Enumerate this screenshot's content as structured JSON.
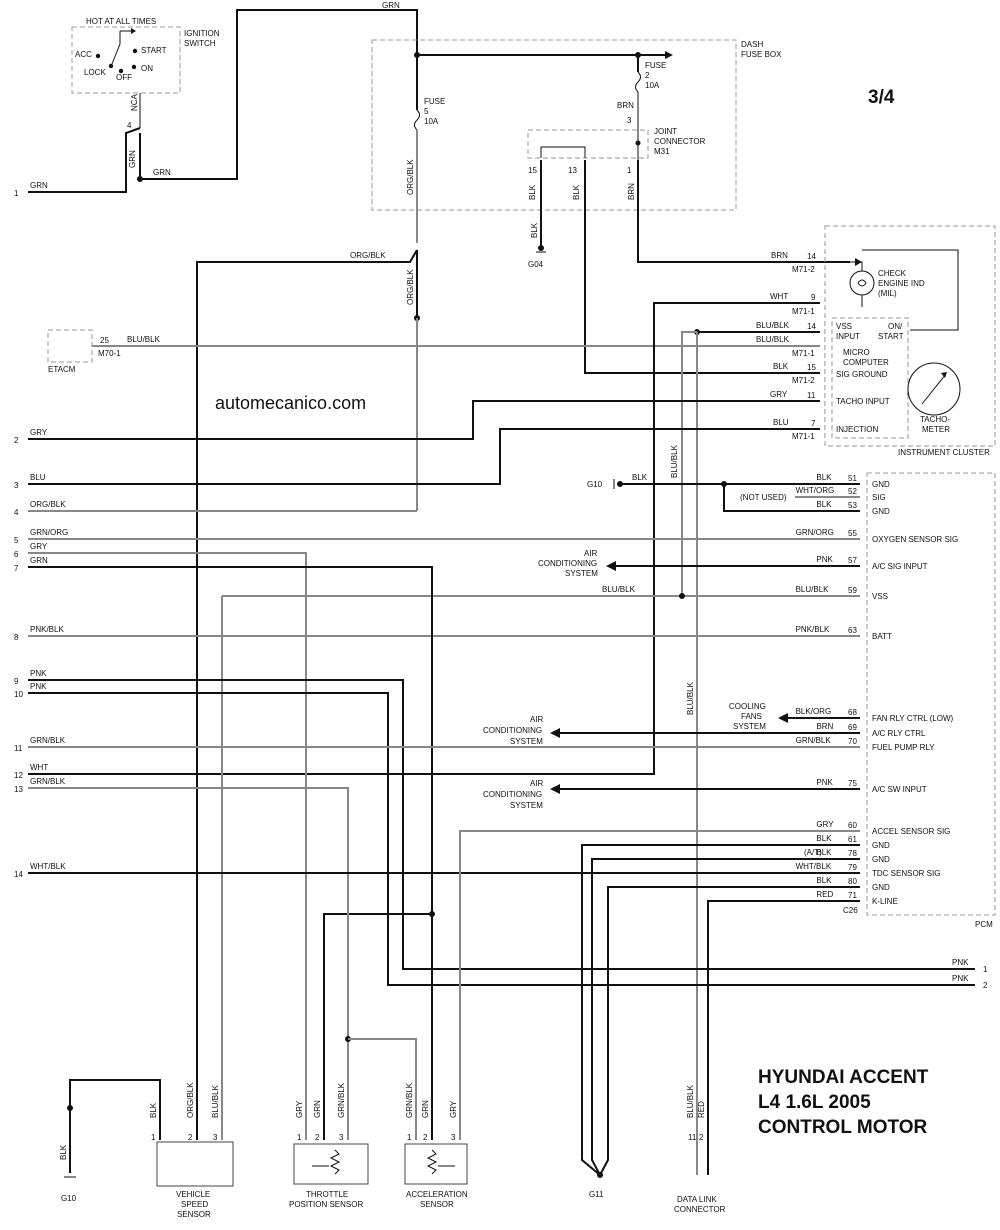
{
  "page_number": "3/4",
  "watermark": "automecanico.com",
  "title_lines": [
    "HYUNDAI ACCENT",
    "L4 1.6L 2005",
    "CONTROL MOTOR"
  ],
  "ignition": {
    "hot_label": "HOT AT ALL TIMES",
    "name": "IGNITION SWITCH",
    "positions": [
      "ACC",
      "START",
      "LOCK",
      "OFF",
      "ON"
    ],
    "pin": "4",
    "wire_nca": "NCA"
  },
  "fusebox": {
    "name": "DASH FUSE BOX",
    "fuse5": [
      "FUSE",
      "5",
      "10A"
    ],
    "fuse2": [
      "FUSE",
      "2",
      "10A"
    ],
    "joint": [
      "JOINT",
      "CONNECTOR",
      "M31"
    ],
    "pins": [
      "15",
      "13",
      "1",
      "3"
    ]
  },
  "grounds": [
    "G04",
    "G10",
    "G11",
    "G10"
  ],
  "etacm": {
    "name": "ETACM",
    "pin": "25",
    "conn": "M70-1"
  },
  "cluster": {
    "name": "INSTRUMENT CLUSTER",
    "check_engine": [
      "CHECK",
      "ENGINE IND",
      "(MIL)"
    ],
    "vss": [
      "VSS",
      "INPUT"
    ],
    "onstart": [
      "ON/",
      "START"
    ],
    "micro": [
      "MICRO",
      "COMPUTER"
    ],
    "sig_ground": "SIG GROUND",
    "tacho_input": "TACHO INPUT",
    "injection": "INJECTION",
    "tachometer": [
      "TACHO-",
      "METER"
    ],
    "pins": [
      "14",
      "9",
      "14",
      "15",
      "11",
      "7"
    ],
    "conns": [
      "M71-2",
      "M71-1",
      "M71-1",
      "M71-2",
      "M71-1"
    ]
  },
  "pcm": {
    "name": "PCM",
    "connector": "C26",
    "pins": [
      {
        "pin": "51",
        "wire": "BLK",
        "label": "GND"
      },
      {
        "pin": "52",
        "wire": "WHT/ORG",
        "label": "SIG"
      },
      {
        "pin": "53",
        "wire": "BLK",
        "label": "GND"
      },
      {
        "pin": "55",
        "wire": "GRN/ORG",
        "label": "OXYGEN SENSOR SIG"
      },
      {
        "pin": "57",
        "wire": "PNK",
        "label": "A/C SIG INPUT"
      },
      {
        "pin": "59",
        "wire": "BLU/BLK",
        "label": "VSS"
      },
      {
        "pin": "63",
        "wire": "PNK/BLK",
        "label": "BATT"
      },
      {
        "pin": "68",
        "wire": "BLK/ORG",
        "label": "FAN RLY CTRL (LOW)"
      },
      {
        "pin": "69",
        "wire": "BRN",
        "label": "A/C RLY CTRL"
      },
      {
        "pin": "70",
        "wire": "GRN/BLK",
        "label": "FUEL PUMP RLY"
      },
      {
        "pin": "75",
        "wire": "PNK",
        "label": "A/C SW INPUT"
      },
      {
        "pin": "60",
        "wire": "GRY",
        "label": "ACCEL SENSOR SIG"
      },
      {
        "pin": "61",
        "wire": "BLK",
        "label": "GND"
      },
      {
        "pin": "78",
        "wire": "BLK",
        "label": "GND"
      },
      {
        "pin": "79",
        "wire": "WHT/BLK",
        "label": "TDC SENSOR SIG"
      },
      {
        "pin": "80",
        "wire": "BLK",
        "label": "GND"
      },
      {
        "pin": "71",
        "wire": "RED",
        "label": "K-LINE"
      }
    ],
    "not_used": "(NOT USED)",
    "at": "(A/T)"
  },
  "systems": {
    "air_conditioning": [
      "AIR",
      "CONDITIONING",
      "SYSTEM"
    ],
    "cooling_fans": [
      "COOLING",
      "FANS",
      "SYSTEM"
    ]
  },
  "left_wires": [
    {
      "num": "1",
      "color": "GRN"
    },
    {
      "num": "2",
      "color": "GRY"
    },
    {
      "num": "3",
      "color": "BLU"
    },
    {
      "num": "4",
      "color": "ORG/BLK"
    },
    {
      "num": "5",
      "color": "GRN/ORG"
    },
    {
      "num": "6",
      "color": "GRY"
    },
    {
      "num": "7",
      "color": "GRN"
    },
    {
      "num": "8",
      "color": "PNK/BLK"
    },
    {
      "num": "9",
      "color": "PNK"
    },
    {
      "num": "10",
      "color": "PNK"
    },
    {
      "num": "11",
      "color": "GRN/BLK"
    },
    {
      "num": "12",
      "color": "WHT"
    },
    {
      "num": "13",
      "color": "GRN/BLK"
    },
    {
      "num": "14",
      "color": "WHT/BLK"
    }
  ],
  "right_wires": [
    {
      "num": "1",
      "color": "PNK"
    },
    {
      "num": "2",
      "color": "PNK"
    }
  ],
  "wire_colors": {
    "grn": "GRN",
    "org_blk": "ORG/BLK",
    "blu_blk": "BLU/BLK",
    "brn": "BRN",
    "blk": "BLK",
    "wht": "WHT",
    "gry": "GRY",
    "blu": "BLU",
    "pnk": "PNK",
    "grn_blk": "GRN/BLK",
    "red": "RED"
  },
  "sensors": {
    "vss": {
      "name": [
        "VEHICLE",
        "SPEED",
        "SENSOR"
      ],
      "pins": [
        "1",
        "2",
        "3"
      ],
      "wires": [
        "BLK",
        "ORG/BLK",
        "BLU/BLK"
      ]
    },
    "tps": {
      "name": [
        "THROTTLE",
        "POSITION SENSOR"
      ],
      "pins": [
        "1",
        "2",
        "3"
      ],
      "wires": [
        "GRY",
        "GRN",
        "GRN/BLK"
      ]
    },
    "aps": {
      "name": [
        "ACCELERATION",
        "SENSOR"
      ],
      "pins": [
        "1",
        "2",
        "3"
      ],
      "wires": [
        "GRN/BLK",
        "GRN",
        "GRY"
      ]
    },
    "dlc": {
      "name": [
        "DATA LINK",
        "CONNECTOR"
      ],
      "pins": [
        "11",
        "2"
      ],
      "wires": [
        "BLU/BLK",
        "RED"
      ]
    }
  }
}
